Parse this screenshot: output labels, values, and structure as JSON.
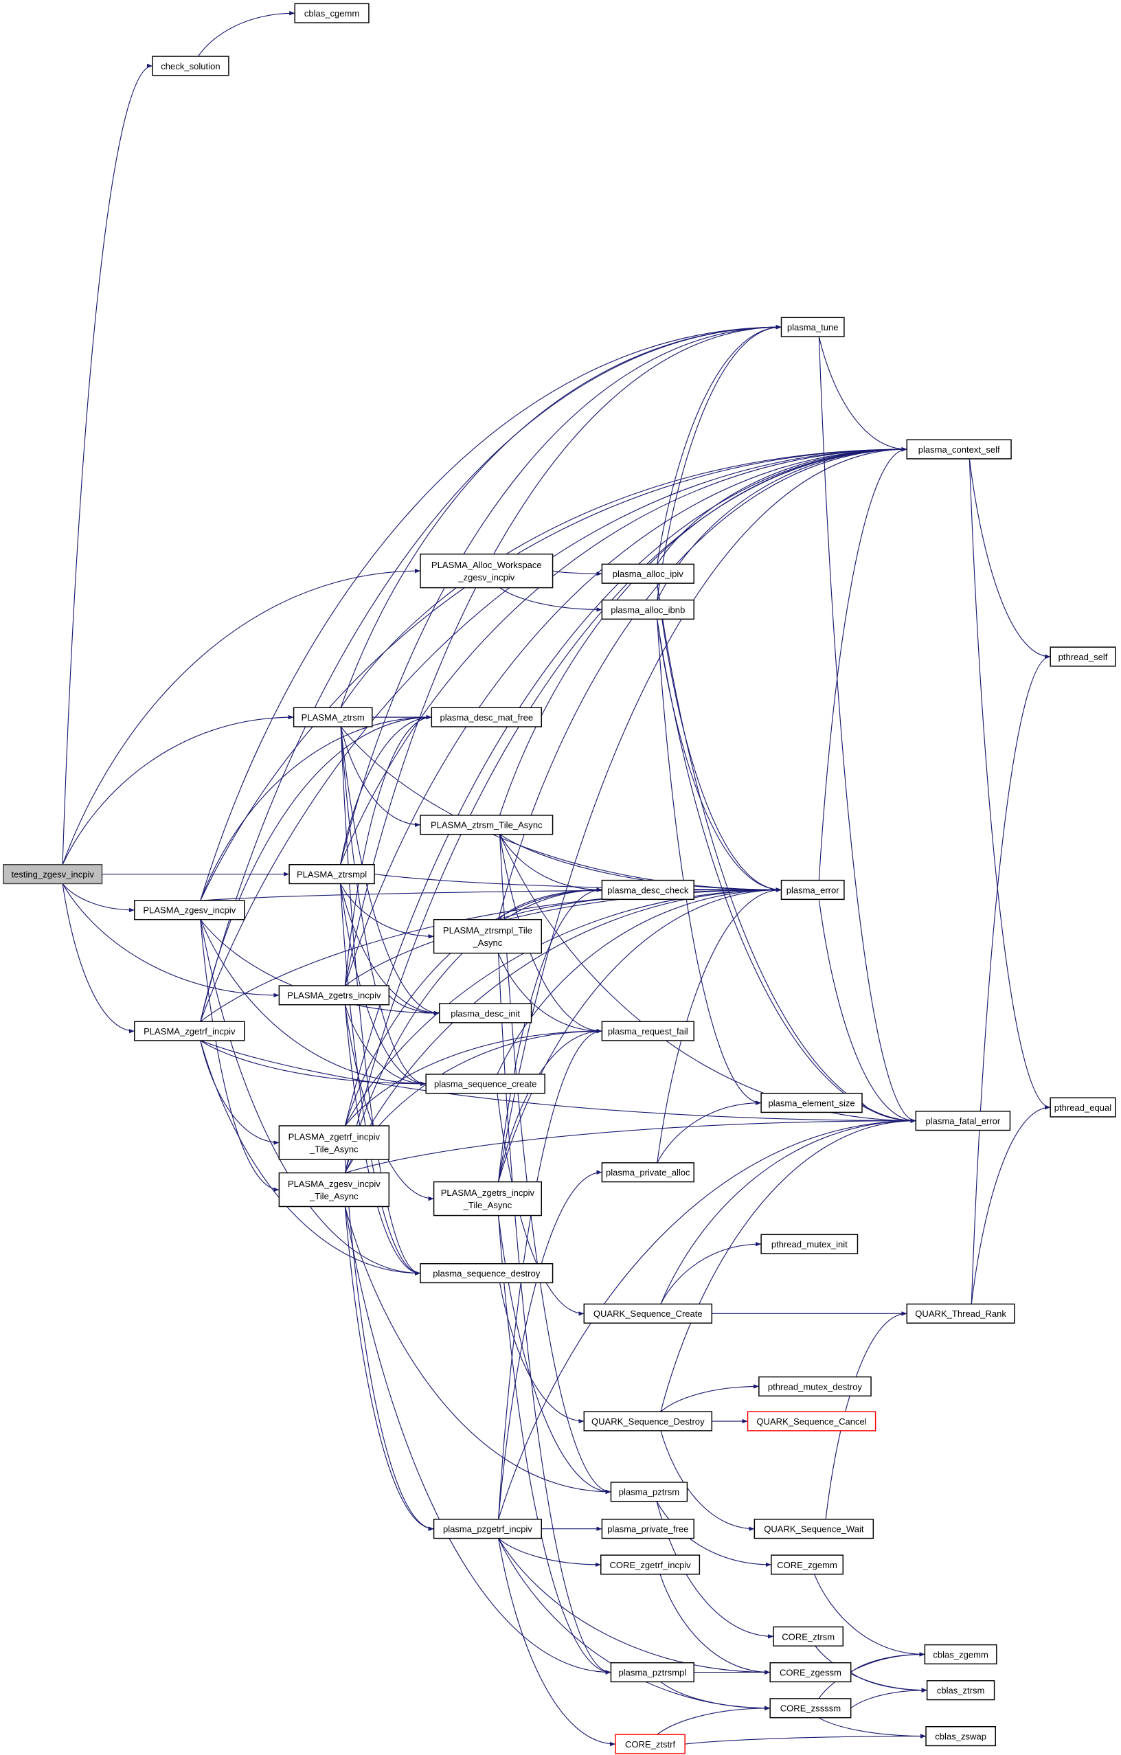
{
  "title": "Call graph of testing_zgesv_incpiv",
  "colors": {
    "edge": "#191970",
    "highlight_fill": "#bfbfbf",
    "node_border": "#000000",
    "incomplete_border": "#ff0000"
  },
  "nodes": [
    {
      "id": "cblas_cgemm",
      "lines": [
        "cblas_cgemm"
      ],
      "style": "normal"
    },
    {
      "id": "check_solution",
      "lines": [
        "check_solution"
      ],
      "style": "normal"
    },
    {
      "id": "plasma_tune",
      "lines": [
        "plasma_tune"
      ],
      "style": "normal"
    },
    {
      "id": "plasma_context_self",
      "lines": [
        "plasma_context_self"
      ],
      "style": "normal"
    },
    {
      "id": "alloc_ws",
      "lines": [
        "PLASMA_Alloc_Workspace",
        "_zgesv_incpiv"
      ],
      "style": "normal"
    },
    {
      "id": "plasma_alloc_ipiv",
      "lines": [
        "plasma_alloc_ipiv"
      ],
      "style": "normal"
    },
    {
      "id": "plasma_alloc_ibnb",
      "lines": [
        "plasma_alloc_ibnb"
      ],
      "style": "normal"
    },
    {
      "id": "pthread_self",
      "lines": [
        "pthread_self"
      ],
      "style": "normal"
    },
    {
      "id": "PLASMA_ztrsm",
      "lines": [
        "PLASMA_ztrsm"
      ],
      "style": "normal"
    },
    {
      "id": "plasma_desc_mat_free",
      "lines": [
        "plasma_desc_mat_free"
      ],
      "style": "normal"
    },
    {
      "id": "ztrsm_async",
      "lines": [
        "PLASMA_ztrsm_Tile_Async"
      ],
      "style": "normal"
    },
    {
      "id": "testing",
      "lines": [
        "testing_zgesv_incpiv"
      ],
      "style": "highlight"
    },
    {
      "id": "PLASMA_ztrsmpl",
      "lines": [
        "PLASMA_ztrsmpl"
      ],
      "style": "normal"
    },
    {
      "id": "plasma_error",
      "lines": [
        "plasma_error"
      ],
      "style": "normal"
    },
    {
      "id": "plasma_desc_check",
      "lines": [
        "plasma_desc_check"
      ],
      "style": "normal"
    },
    {
      "id": "PLASMA_zgesv_incpiv",
      "lines": [
        "PLASMA_zgesv_incpiv"
      ],
      "style": "normal"
    },
    {
      "id": "ztrsmpl_async",
      "lines": [
        "PLASMA_ztrsmpl_Tile",
        "_Async"
      ],
      "style": "normal"
    },
    {
      "id": "PLASMA_zgetrs_incpiv",
      "lines": [
        "PLASMA_zgetrs_incpiv"
      ],
      "style": "normal"
    },
    {
      "id": "plasma_desc_init",
      "lines": [
        "plasma_desc_init"
      ],
      "style": "normal"
    },
    {
      "id": "PLASMA_zgetrf_incpiv",
      "lines": [
        "PLASMA_zgetrf_incpiv"
      ],
      "style": "normal"
    },
    {
      "id": "plasma_request_fail",
      "lines": [
        "plasma_request_fail"
      ],
      "style": "normal"
    },
    {
      "id": "plasma_sequence_create",
      "lines": [
        "plasma_sequence_create"
      ],
      "style": "normal"
    },
    {
      "id": "plasma_element_size",
      "lines": [
        "plasma_element_size"
      ],
      "style": "normal"
    },
    {
      "id": "plasma_fatal_error",
      "lines": [
        "plasma_fatal_error"
      ],
      "style": "normal"
    },
    {
      "id": "pthread_equal",
      "lines": [
        "pthread_equal"
      ],
      "style": "normal"
    },
    {
      "id": "zgetrf_async",
      "lines": [
        "PLASMA_zgetrf_incpiv",
        "_Tile_Async"
      ],
      "style": "normal"
    },
    {
      "id": "zgesv_async",
      "lines": [
        "PLASMA_zgesv_incpiv",
        "_Tile_Async"
      ],
      "style": "normal"
    },
    {
      "id": "zgetrs_async",
      "lines": [
        "PLASMA_zgetrs_incpiv",
        "_Tile_Async"
      ],
      "style": "normal"
    },
    {
      "id": "plasma_private_alloc",
      "lines": [
        "plasma_private_alloc"
      ],
      "style": "normal"
    },
    {
      "id": "pthread_mutex_init",
      "lines": [
        "pthread_mutex_init"
      ],
      "style": "normal"
    },
    {
      "id": "plasma_sequence_destroy",
      "lines": [
        "plasma_sequence_destroy"
      ],
      "style": "normal"
    },
    {
      "id": "QUARK_Sequence_Create",
      "lines": [
        "QUARK_Sequence_Create"
      ],
      "style": "normal"
    },
    {
      "id": "QUARK_Thread_Rank",
      "lines": [
        "QUARK_Thread_Rank"
      ],
      "style": "normal"
    },
    {
      "id": "pthread_mutex_destroy",
      "lines": [
        "pthread_mutex_destroy"
      ],
      "style": "normal"
    },
    {
      "id": "QUARK_Sequence_Destroy",
      "lines": [
        "QUARK_Sequence_Destroy"
      ],
      "style": "normal"
    },
    {
      "id": "QUARK_Sequence_Cancel",
      "lines": [
        "QUARK_Sequence_Cancel"
      ],
      "style": "red"
    },
    {
      "id": "plasma_pztrsm",
      "lines": [
        "plasma_pztrsm"
      ],
      "style": "normal"
    },
    {
      "id": "QUARK_Sequence_Wait",
      "lines": [
        "QUARK_Sequence_Wait"
      ],
      "style": "normal"
    },
    {
      "id": "plasma_pzgetrf_incpiv",
      "lines": [
        "plasma_pzgetrf_incpiv"
      ],
      "style": "normal"
    },
    {
      "id": "plasma_private_free",
      "lines": [
        "plasma_private_free"
      ],
      "style": "normal"
    },
    {
      "id": "CORE_zgetrf_incpiv",
      "lines": [
        "CORE_zgetrf_incpiv"
      ],
      "style": "normal"
    },
    {
      "id": "CORE_zgemm",
      "lines": [
        "CORE_zgemm"
      ],
      "style": "normal"
    },
    {
      "id": "CORE_ztrsm",
      "lines": [
        "CORE_ztrsm"
      ],
      "style": "normal"
    },
    {
      "id": "cblas_zgemm",
      "lines": [
        "cblas_zgemm"
      ],
      "style": "normal"
    },
    {
      "id": "plasma_pztrsmpl",
      "lines": [
        "plasma_pztrsmpl"
      ],
      "style": "normal"
    },
    {
      "id": "CORE_zgessm",
      "lines": [
        "CORE_zgessm"
      ],
      "style": "normal"
    },
    {
      "id": "cblas_ztrsm",
      "lines": [
        "cblas_ztrsm"
      ],
      "style": "normal"
    },
    {
      "id": "CORE_zssssm",
      "lines": [
        "CORE_zssssm"
      ],
      "style": "normal"
    },
    {
      "id": "CORE_ztstrf",
      "lines": [
        "CORE_ztstrf"
      ],
      "style": "red"
    },
    {
      "id": "cblas_zswap",
      "lines": [
        "cblas_zswap"
      ],
      "style": "normal"
    }
  ],
  "edges": [
    [
      "testing",
      "check_solution"
    ],
    [
      "testing",
      "alloc_ws"
    ],
    [
      "testing",
      "PLASMA_ztrsm"
    ],
    [
      "testing",
      "PLASMA_ztrsmpl"
    ],
    [
      "testing",
      "PLASMA_zgesv_incpiv"
    ],
    [
      "testing",
      "PLASMA_zgetrs_incpiv"
    ],
    [
      "testing",
      "PLASMA_zgetrf_incpiv"
    ],
    [
      "check_solution",
      "cblas_cgemm"
    ],
    [
      "PLASMA_zgesv_incpiv",
      "plasma_tune"
    ],
    [
      "PLASMA_zgesv_incpiv",
      "plasma_context_self"
    ],
    [
      "PLASMA_zgesv_incpiv",
      "plasma_desc_mat_free"
    ],
    [
      "PLASMA_zgesv_incpiv",
      "plasma_desc_init"
    ],
    [
      "PLASMA_zgesv_incpiv",
      "plasma_sequence_create"
    ],
    [
      "PLASMA_zgesv_incpiv",
      "zgesv_async"
    ],
    [
      "PLASMA_zgesv_incpiv",
      "plasma_sequence_destroy"
    ],
    [
      "PLASMA_zgesv_incpiv",
      "plasma_error"
    ],
    [
      "PLASMA_zgetrf_incpiv",
      "plasma_tune"
    ],
    [
      "PLASMA_zgetrf_incpiv",
      "plasma_context_self"
    ],
    [
      "PLASMA_zgetrf_incpiv",
      "plasma_desc_mat_free"
    ],
    [
      "PLASMA_zgetrf_incpiv",
      "plasma_sequence_create"
    ],
    [
      "PLASMA_zgetrf_incpiv",
      "zgetrf_async"
    ],
    [
      "PLASMA_zgetrf_incpiv",
      "plasma_sequence_destroy"
    ],
    [
      "PLASMA_zgetrf_incpiv",
      "plasma_error"
    ],
    [
      "PLASMA_zgetrf_incpiv",
      "plasma_fatal_error"
    ],
    [
      "PLASMA_ztrsm",
      "plasma_tune"
    ],
    [
      "PLASMA_ztrsm",
      "plasma_context_self"
    ],
    [
      "PLASMA_ztrsm",
      "plasma_desc_mat_free"
    ],
    [
      "PLASMA_ztrsm",
      "ztrsm_async"
    ],
    [
      "PLASMA_ztrsm",
      "plasma_desc_init"
    ],
    [
      "PLASMA_ztrsm",
      "plasma_sequence_create"
    ],
    [
      "PLASMA_ztrsm",
      "plasma_sequence_destroy"
    ],
    [
      "PLASMA_ztrsm",
      "plasma_error"
    ],
    [
      "PLASMA_ztrsmpl",
      "plasma_tune"
    ],
    [
      "PLASMA_ztrsmpl",
      "plasma_context_self"
    ],
    [
      "PLASMA_ztrsmpl",
      "plasma_desc_mat_free"
    ],
    [
      "PLASMA_ztrsmpl",
      "ztrsmpl_async"
    ],
    [
      "PLASMA_ztrsmpl",
      "plasma_desc_init"
    ],
    [
      "PLASMA_ztrsmpl",
      "plasma_sequence_create"
    ],
    [
      "PLASMA_ztrsmpl",
      "plasma_sequence_destroy"
    ],
    [
      "PLASMA_ztrsmpl",
      "plasma_error"
    ],
    [
      "PLASMA_zgetrs_incpiv",
      "plasma_tune"
    ],
    [
      "PLASMA_zgetrs_incpiv",
      "plasma_context_self"
    ],
    [
      "PLASMA_zgetrs_incpiv",
      "plasma_desc_mat_free"
    ],
    [
      "PLASMA_zgetrs_incpiv",
      "plasma_desc_init"
    ],
    [
      "PLASMA_zgetrs_incpiv",
      "plasma_sequence_create"
    ],
    [
      "PLASMA_zgetrs_incpiv",
      "zgetrs_async"
    ],
    [
      "PLASMA_zgetrs_incpiv",
      "plasma_sequence_destroy"
    ],
    [
      "PLASMA_zgetrs_incpiv",
      "plasma_error"
    ],
    [
      "alloc_ws",
      "plasma_alloc_ipiv"
    ],
    [
      "alloc_ws",
      "plasma_alloc_ibnb"
    ],
    [
      "plasma_alloc_ipiv",
      "plasma_tune"
    ],
    [
      "plasma_alloc_ipiv",
      "plasma_context_self"
    ],
    [
      "plasma_alloc_ipiv",
      "plasma_error"
    ],
    [
      "plasma_alloc_ipiv",
      "plasma_fatal_error"
    ],
    [
      "plasma_alloc_ibnb",
      "plasma_tune"
    ],
    [
      "plasma_alloc_ibnb",
      "plasma_context_self"
    ],
    [
      "plasma_alloc_ibnb",
      "plasma_error"
    ],
    [
      "plasma_alloc_ibnb",
      "plasma_fatal_error"
    ],
    [
      "plasma_alloc_ibnb",
      "plasma_element_size"
    ],
    [
      "plasma_tune",
      "plasma_context_self"
    ],
    [
      "plasma_tune",
      "plasma_fatal_error"
    ],
    [
      "plasma_context_self",
      "pthread_self"
    ],
    [
      "plasma_context_self",
      "pthread_equal"
    ],
    [
      "ztrsm_async",
      "plasma_context_self"
    ],
    [
      "ztrsm_async",
      "plasma_error"
    ],
    [
      "ztrsm_async",
      "plasma_desc_check"
    ],
    [
      "ztrsm_async",
      "plasma_request_fail"
    ],
    [
      "ztrsm_async",
      "plasma_pztrsm"
    ],
    [
      "ztrsm_async",
      "plasma_fatal_error"
    ],
    [
      "ztrsmpl_async",
      "plasma_context_self"
    ],
    [
      "ztrsmpl_async",
      "plasma_error"
    ],
    [
      "ztrsmpl_async",
      "plasma_desc_check"
    ],
    [
      "ztrsmpl_async",
      "plasma_request_fail"
    ],
    [
      "ztrsmpl_async",
      "plasma_pztrsmpl"
    ],
    [
      "zgetrf_async",
      "plasma_context_self"
    ],
    [
      "zgetrf_async",
      "plasma_error"
    ],
    [
      "zgetrf_async",
      "plasma_desc_check"
    ],
    [
      "zgetrf_async",
      "plasma_request_fail"
    ],
    [
      "zgetrf_async",
      "plasma_pzgetrf_incpiv"
    ],
    [
      "zgesv_async",
      "plasma_context_self"
    ],
    [
      "zgesv_async",
      "plasma_error"
    ],
    [
      "zgesv_async",
      "plasma_desc_check"
    ],
    [
      "zgesv_async",
      "plasma_request_fail"
    ],
    [
      "zgesv_async",
      "plasma_pzgetrf_incpiv"
    ],
    [
      "zgesv_async",
      "plasma_pztrsmpl"
    ],
    [
      "zgesv_async",
      "plasma_pztrsm"
    ],
    [
      "zgesv_async",
      "plasma_fatal_error"
    ],
    [
      "zgetrs_async",
      "plasma_context_self"
    ],
    [
      "zgetrs_async",
      "plasma_error"
    ],
    [
      "zgetrs_async",
      "plasma_desc_check"
    ],
    [
      "zgetrs_async",
      "plasma_request_fail"
    ],
    [
      "zgetrs_async",
      "plasma_pztrsmpl"
    ],
    [
      "zgetrs_async",
      "plasma_pztrsm"
    ],
    [
      "plasma_desc_check",
      "plasma_error"
    ],
    [
      "plasma_error",
      "plasma_context_self"
    ],
    [
      "plasma_error",
      "plasma_fatal_error"
    ],
    [
      "plasma_element_size",
      "plasma_fatal_error"
    ],
    [
      "plasma_private_alloc",
      "plasma_element_size"
    ],
    [
      "plasma_private_alloc",
      "plasma_error"
    ],
    [
      "plasma_sequence_create",
      "plasma_error"
    ],
    [
      "plasma_sequence_create",
      "QUARK_Sequence_Create"
    ],
    [
      "plasma_sequence_destroy",
      "QUARK_Sequence_Destroy"
    ],
    [
      "QUARK_Sequence_Create",
      "pthread_mutex_init"
    ],
    [
      "QUARK_Sequence_Create",
      "QUARK_Thread_Rank"
    ],
    [
      "QUARK_Sequence_Create",
      "plasma_fatal_error"
    ],
    [
      "QUARK_Thread_Rank",
      "pthread_self"
    ],
    [
      "QUARK_Thread_Rank",
      "pthread_equal"
    ],
    [
      "QUARK_Sequence_Destroy",
      "pthread_mutex_destroy"
    ],
    [
      "QUARK_Sequence_Destroy",
      "QUARK_Sequence_Cancel"
    ],
    [
      "QUARK_Sequence_Destroy",
      "QUARK_Sequence_Wait"
    ],
    [
      "QUARK_Sequence_Destroy",
      "plasma_fatal_error"
    ],
    [
      "QUARK_Sequence_Wait",
      "QUARK_Thread_Rank"
    ],
    [
      "plasma_pztrsm",
      "CORE_zgemm"
    ],
    [
      "plasma_pztrsm",
      "CORE_ztrsm"
    ],
    [
      "plasma_pzgetrf_incpiv",
      "plasma_private_alloc"
    ],
    [
      "plasma_pzgetrf_incpiv",
      "plasma_private_free"
    ],
    [
      "plasma_pzgetrf_incpiv",
      "CORE_zgetrf_incpiv"
    ],
    [
      "plasma_pzgetrf_incpiv",
      "CORE_zgessm"
    ],
    [
      "plasma_pzgetrf_incpiv",
      "CORE_ztstrf"
    ],
    [
      "plasma_pzgetrf_incpiv",
      "CORE_zssssm"
    ],
    [
      "plasma_pzgetrf_incpiv",
      "plasma_fatal_error"
    ],
    [
      "plasma_pzgetrf_incpiv",
      "plasma_request_fail"
    ],
    [
      "plasma_pztrsmpl",
      "CORE_zgessm"
    ],
    [
      "plasma_pztrsmpl",
      "CORE_zssssm"
    ],
    [
      "CORE_zgetrf_incpiv",
      "CORE_zgessm"
    ],
    [
      "CORE_zgemm",
      "cblas_zgemm"
    ],
    [
      "CORE_ztrsm",
      "cblas_ztrsm"
    ],
    [
      "CORE_zgessm",
      "cblas_zgemm"
    ],
    [
      "CORE_zgessm",
      "cblas_ztrsm"
    ],
    [
      "CORE_zssssm",
      "cblas_zgemm"
    ],
    [
      "CORE_zssssm",
      "cblas_ztrsm"
    ],
    [
      "CORE_zssssm",
      "cblas_zswap"
    ],
    [
      "CORE_ztstrf",
      "CORE_zssssm"
    ],
    [
      "CORE_ztstrf",
      "cblas_zswap"
    ]
  ]
}
